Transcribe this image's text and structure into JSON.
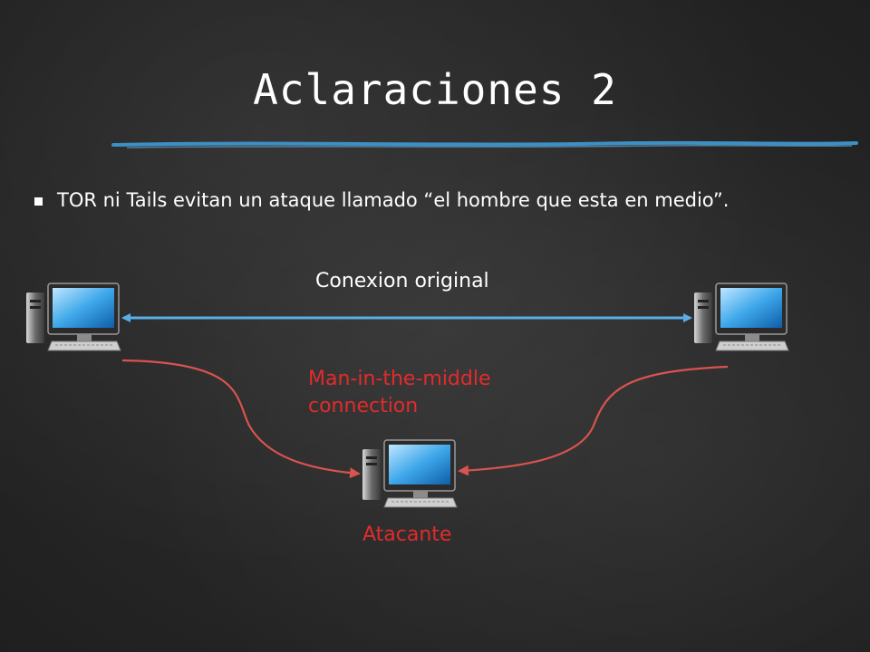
{
  "slide": {
    "title": "Aclaraciones 2",
    "bullet": "TOR ni Tails evitan un ataque llamado “el hombre que esta en medio”."
  },
  "diagram": {
    "original_label": "Conexion original",
    "mitm_line1": "Man-in-the-middle",
    "mitm_line2": "connection",
    "attacker_label": "Atacante",
    "nodes": [
      "computer-left",
      "computer-right",
      "computer-attacker"
    ]
  },
  "colors": {
    "background": "#2a2a2a",
    "title": "#ffffff",
    "underline": "#3d8fc4",
    "original_arrow": "#5aaee8",
    "mitm_arrow": "#d9534f",
    "red_text": "#e32b2b"
  }
}
